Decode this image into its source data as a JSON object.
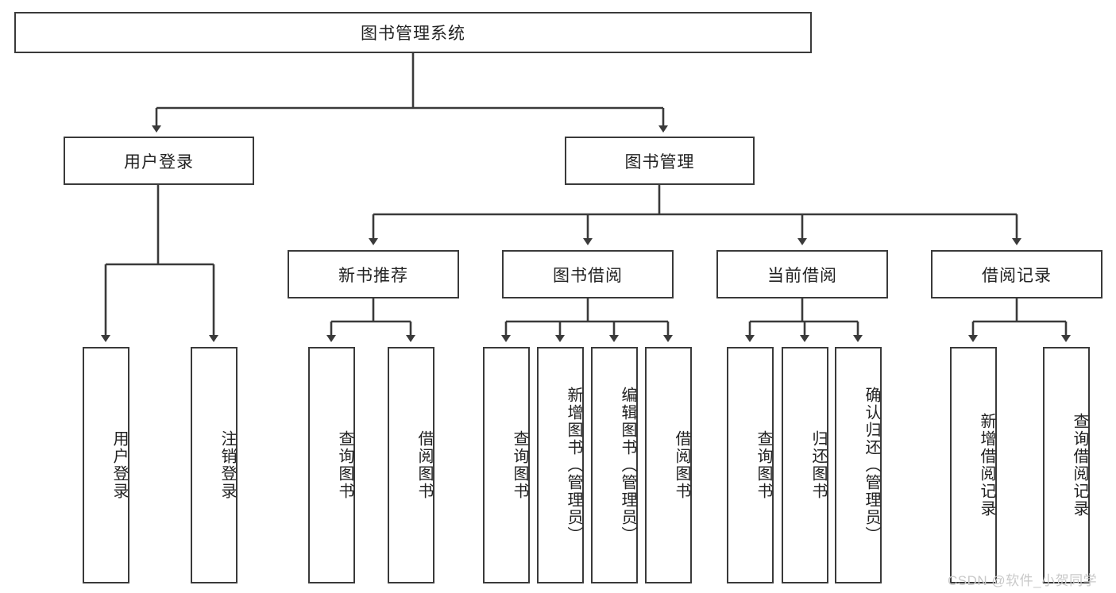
{
  "diagram": {
    "title": "图书管理系统",
    "type": "hierarchy-tree",
    "watermark": "CSDN @软件_小贺同学",
    "colors": {
      "stroke": "#3a3a3a",
      "fill": "#ffffff",
      "text": "#222222",
      "watermark": "#c9c9c9"
    },
    "root": {
      "label": "图书管理系统"
    },
    "level1": [
      {
        "label": "用户登录"
      },
      {
        "label": "图书管理"
      }
    ],
    "level2": [
      {
        "label": "新书推荐"
      },
      {
        "label": "图书借阅"
      },
      {
        "label": "当前借阅"
      },
      {
        "label": "借阅记录"
      }
    ],
    "leaves": {
      "user_login": [
        {
          "label": "用户登录"
        },
        {
          "label": "注销登录"
        }
      ],
      "new_book_recommend": [
        {
          "label": "查询图书"
        },
        {
          "label": "借阅图书"
        }
      ],
      "book_borrow": [
        {
          "label": "查询图书"
        },
        {
          "label": "新增图书（管理员）"
        },
        {
          "label": "编辑图书（管理员）"
        },
        {
          "label": "借阅图书"
        }
      ],
      "current_borrow": [
        {
          "label": "查询图书"
        },
        {
          "label": "归还图书"
        },
        {
          "label": "确认归还（管理员）"
        }
      ],
      "borrow_record": [
        {
          "label": "新增借阅记录"
        },
        {
          "label": "查询借阅记录"
        }
      ]
    }
  }
}
